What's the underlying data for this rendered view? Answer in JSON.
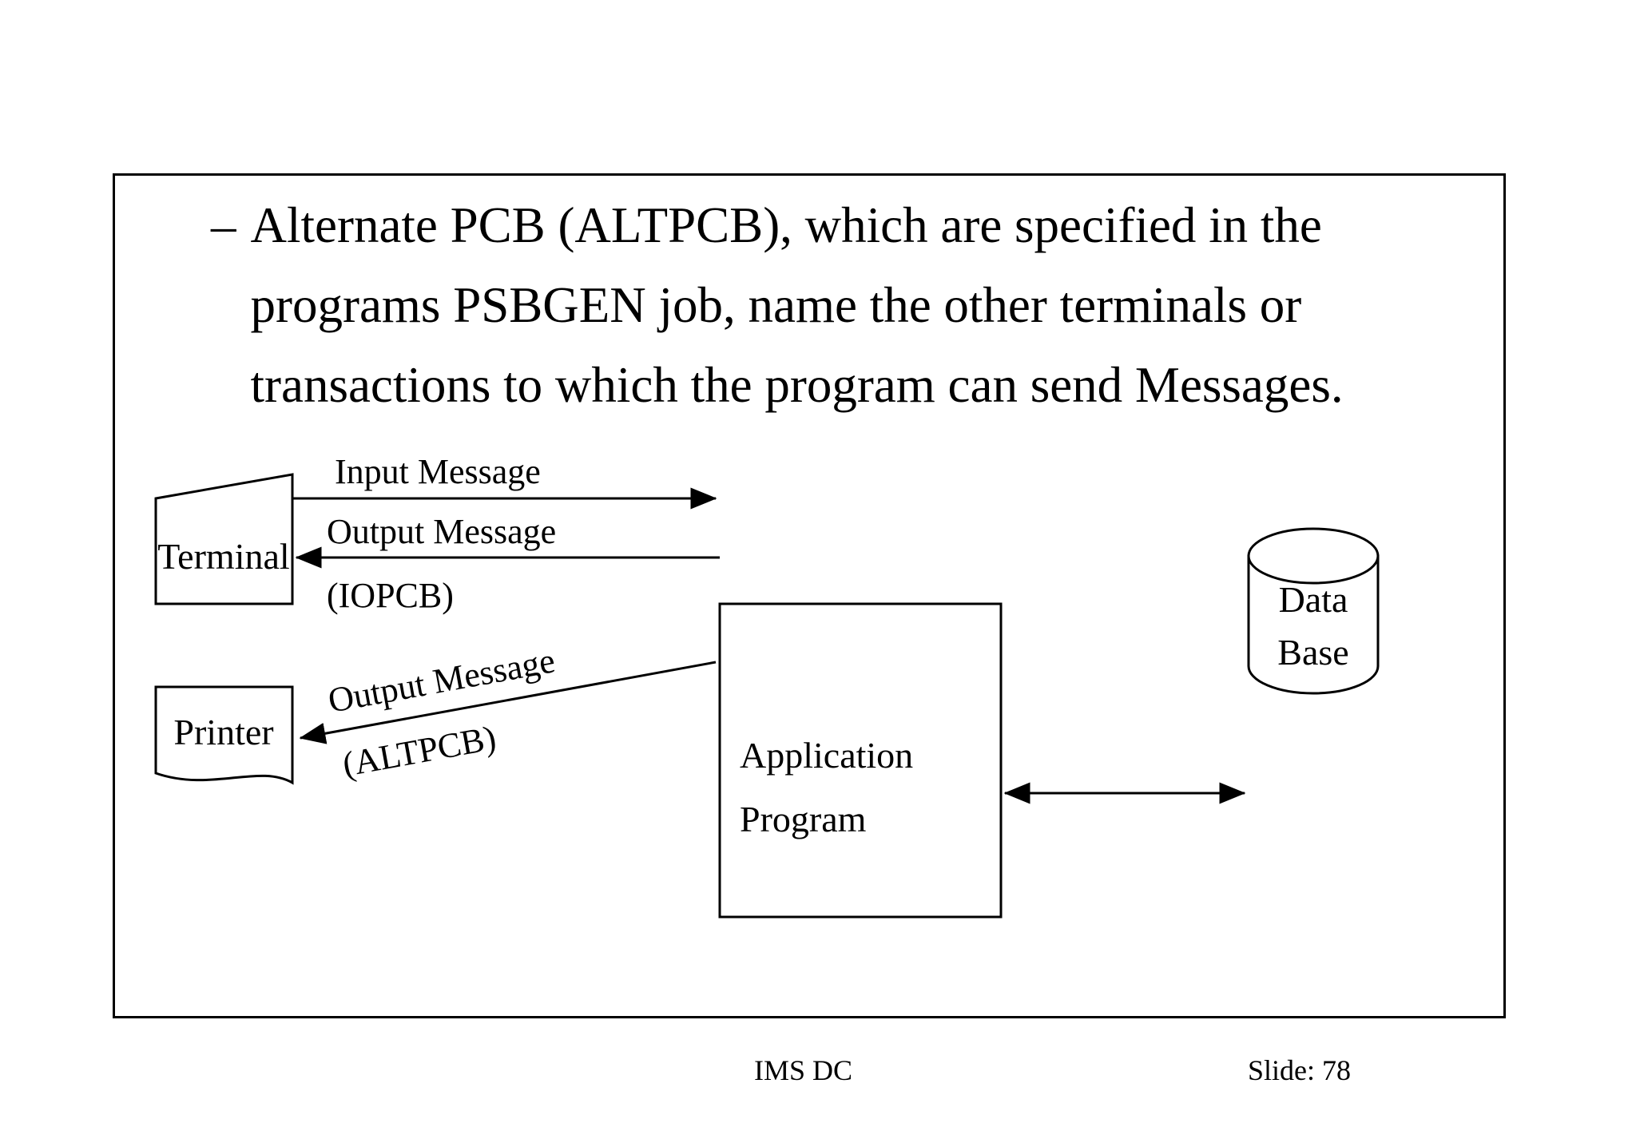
{
  "slide": {
    "bullet_marker": "–",
    "bullet_text": "Alternate PCB (ALTPCB), which are specified in the programs PSBGEN job, name the other terminals or transactions to which the program can send Messages.",
    "footer_left": "IMS DC",
    "footer_right": "Slide: 78",
    "border_color": "#000000",
    "background_color": "#ffffff",
    "text_color": "#000000"
  },
  "diagram": {
    "type": "flow",
    "nodes": [
      {
        "id": "terminal",
        "label": "Terminal",
        "shape": "monitor"
      },
      {
        "id": "printer",
        "label": "Printer",
        "shape": "document"
      },
      {
        "id": "application",
        "label_line1": "Application",
        "label_line2": "Program",
        "shape": "rectangle"
      },
      {
        "id": "database",
        "label_line1": "Data",
        "label_line2": "Base",
        "shape": "cylinder"
      }
    ],
    "edges": [
      {
        "id": "input-message",
        "from": "terminal",
        "to": "application",
        "direction": "forward",
        "label": "Input Message",
        "sublabel": ""
      },
      {
        "id": "output-message-iopcb",
        "from": "application",
        "to": "terminal",
        "direction": "backward",
        "label": "Output Message",
        "sublabel": "(IOPCB)"
      },
      {
        "id": "output-message-altpcb",
        "from": "application",
        "to": "printer",
        "direction": "backward",
        "label": "Output Message",
        "sublabel": "(ALTPCB)"
      },
      {
        "id": "database-link",
        "from": "application",
        "to": "database",
        "direction": "bidirectional",
        "label": "",
        "sublabel": ""
      }
    ]
  }
}
